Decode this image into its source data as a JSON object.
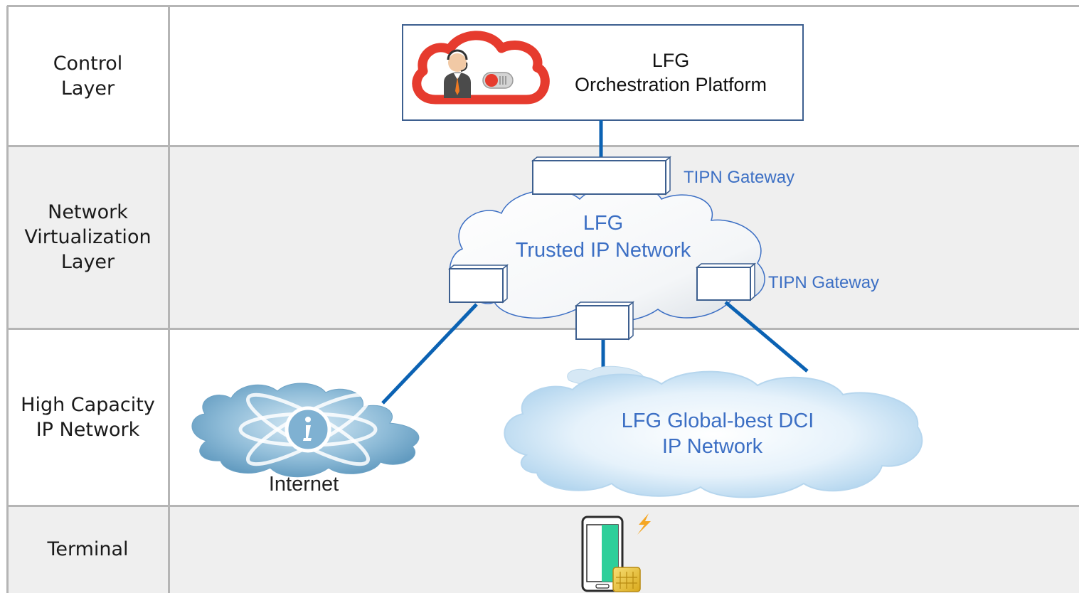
{
  "layers": [
    {
      "id": "control",
      "lines": [
        "Control",
        "Layer"
      ]
    },
    {
      "id": "network-virtualization",
      "lines": [
        "Network",
        "Virtualization",
        "Layer"
      ]
    },
    {
      "id": "high-capacity",
      "lines": [
        "High Capacity",
        "IP Network"
      ]
    },
    {
      "id": "terminal",
      "lines": [
        "Terminal"
      ]
    }
  ],
  "orchestration": {
    "line1": "LFG",
    "line2": "Orchestration Platform"
  },
  "trusted_network": {
    "line1": "LFG",
    "line2": "Trusted IP Network"
  },
  "gateway_label_top": "TIPN Gateway",
  "gateway_label_right": "TIPN Gateway",
  "internet_label": "Internet",
  "dci": {
    "line1": "LFG Global-best DCI",
    "line2": "IP Network"
  },
  "colors": {
    "connector": "#0b62b3",
    "accent_text": "#3c6fc4",
    "cloud_red": "#e63b2e",
    "grid": "#b5b5b5"
  }
}
